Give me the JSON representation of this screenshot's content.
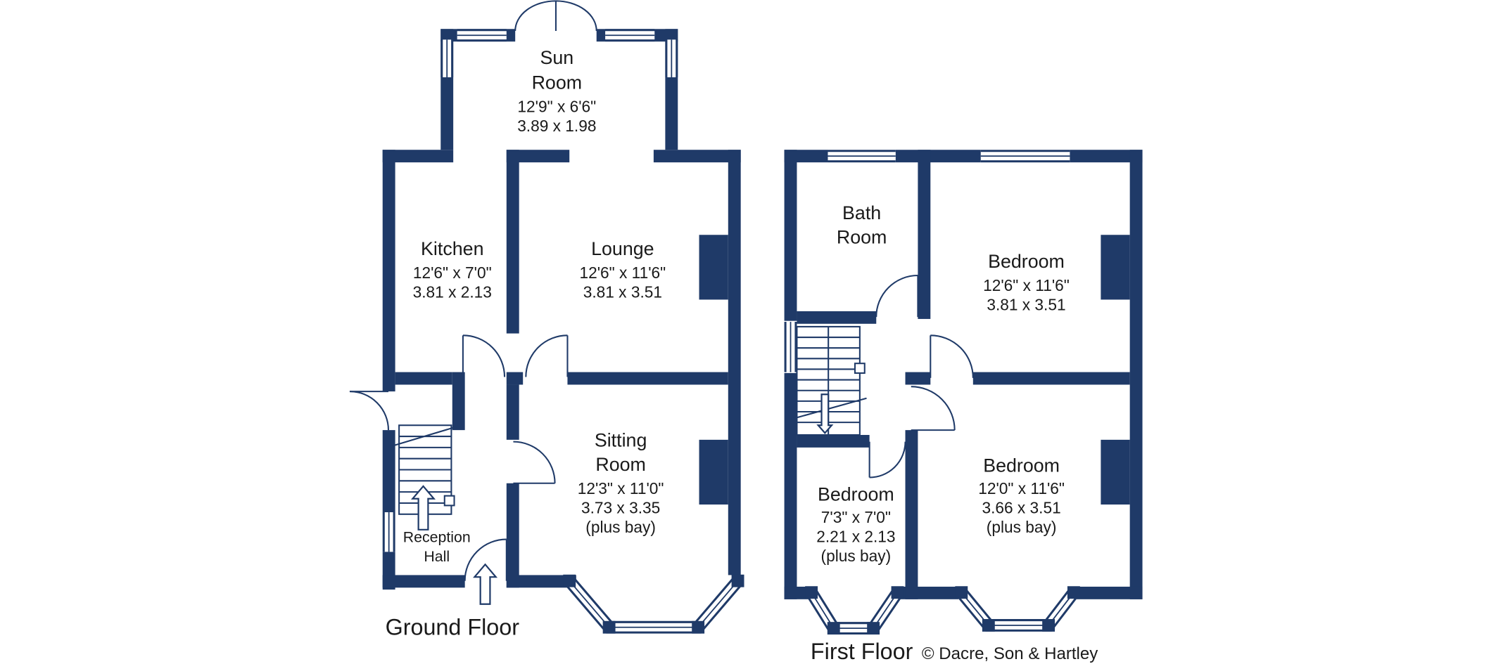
{
  "colors": {
    "wall": "#1f3a68",
    "text": "#1a1a1a",
    "background": "#ffffff"
  },
  "ground_floor": {
    "title": "Ground Floor",
    "sun_room": {
      "name1": "Sun",
      "name2": "Room",
      "imperial": "12'9\" x 6'6\"",
      "metric": "3.89 x 1.98"
    },
    "kitchen": {
      "name": "Kitchen",
      "imperial": "12'6\" x 7'0\"",
      "metric": "3.81 x 2.13"
    },
    "lounge": {
      "name": "Lounge",
      "imperial": "12'6\" x 11'6\"",
      "metric": "3.81 x 3.51"
    },
    "sitting_room": {
      "name1": "Sitting",
      "name2": "Room",
      "imperial": "12'3\" x 11'0\"",
      "metric": "3.73 x 3.35",
      "note": "(plus bay)"
    },
    "reception_hall": {
      "name1": "Reception",
      "name2": "Hall"
    }
  },
  "first_floor": {
    "title": "First Floor",
    "bath_room": {
      "name1": "Bath",
      "name2": "Room"
    },
    "bedroom_top": {
      "name": "Bedroom",
      "imperial": "12'6\" x 11'6\"",
      "metric": "3.81 x 3.51"
    },
    "bedroom_left": {
      "name": "Bedroom",
      "imperial": "7'3\" x 7'0\"",
      "metric": "2.21 x 2.13",
      "note": "(plus bay)"
    },
    "bedroom_right": {
      "name": "Bedroom",
      "imperial": "12'0\" x 11'6\"",
      "metric": "3.66 x 3.51",
      "note": "(plus bay)"
    }
  },
  "credit": "© Dacre, Son & Hartley"
}
